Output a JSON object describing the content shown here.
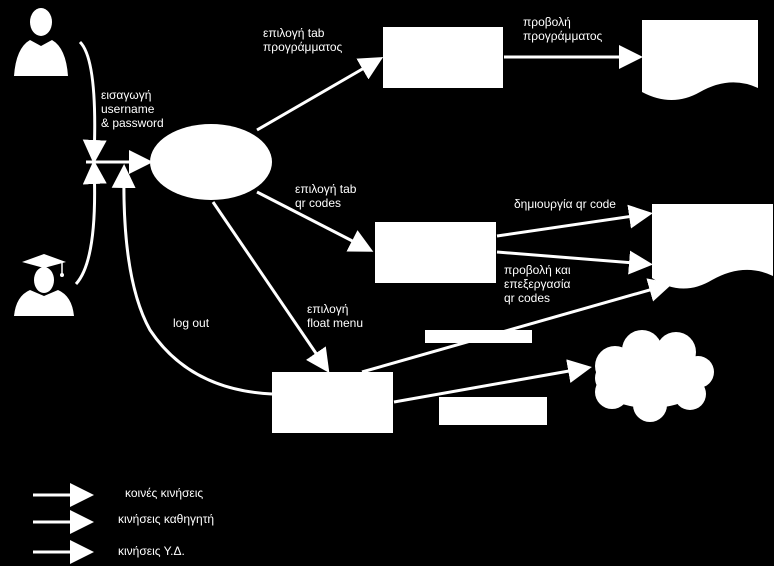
{
  "labels": {
    "input_credentials": "εισαγωγή\nusername\n& password",
    "select_program_tab": "επιλογή tab\nπρογράμματος",
    "view_program": "προβολή\nπρογράμματος",
    "select_qr_tab": "επιλογή tab\nqr codes",
    "create_qr": "δημιουργία qr code",
    "view_edit_qr": "προβολή και\nεπεξεργασία\nqr codes",
    "select_float_menu": "επιλογή\nfloat menu",
    "log_out": "log out"
  },
  "legend": [
    {
      "label": "κοινές κινήσεις"
    },
    {
      "label": "κινήσεις καθηγητή"
    },
    {
      "label": "κινήσεις Υ.Δ."
    }
  ],
  "icons": {
    "teacher": "person-silhouette-icon",
    "student": "graduate-silhouette-icon",
    "cloud": "cloud-icon"
  },
  "colors": {
    "background": "#000000",
    "stroke": "#ffffff",
    "fill": "#ffffff"
  }
}
